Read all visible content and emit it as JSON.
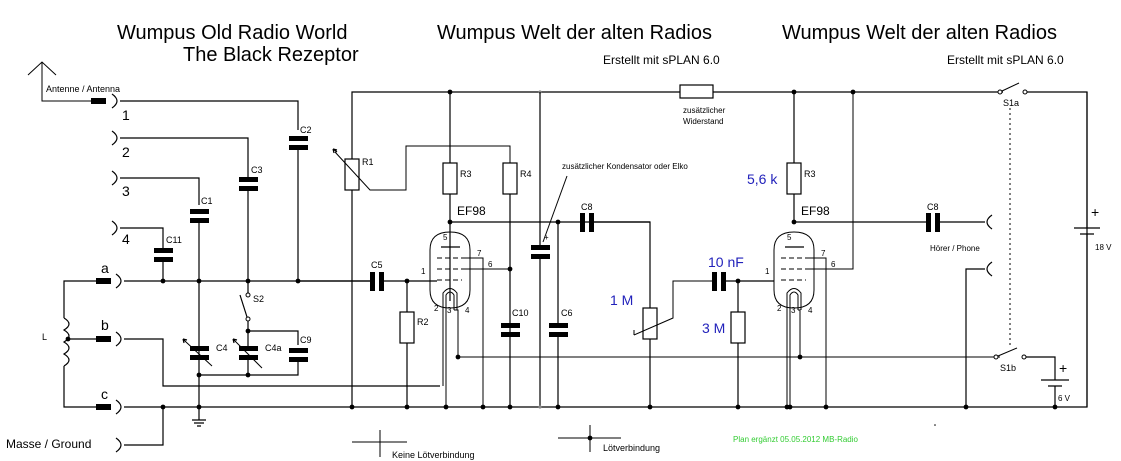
{
  "titles": {
    "left_line1": "Wumpus Old Radio World",
    "left_line2": "The Black Rezeptor",
    "center": "Wumpus Welt der alten Radios",
    "center_sub": "Erstellt mit sPLAN 6.0",
    "right": "Wumpus Welt der alten Radios",
    "right_sub": "Erstellt mit sPLAN 6.0"
  },
  "inputs": {
    "antenna": "Antenne / Antenna",
    "taps": [
      "1",
      "2",
      "3",
      "4"
    ],
    "coil_taps": [
      "a",
      "b",
      "c"
    ],
    "coil": "L",
    "ground": "Masse / Ground"
  },
  "components": {
    "c1": "C1",
    "c2": "C2",
    "c3": "C3",
    "c11": "C11",
    "c4": "C4",
    "c4a": "C4a",
    "c9": "C9",
    "s2": "S2",
    "c5": "C5",
    "r1": "R1",
    "r2": "R2",
    "r3_stage1": "R3",
    "r4": "R4",
    "c10": "C10",
    "c6": "C6",
    "c8_stage1": "C8",
    "tube1": "EF98",
    "tube2": "EF98",
    "r3_stage2": "R3",
    "c8_stage2": "C8",
    "s1a": "S1a",
    "s1b": "S1b"
  },
  "tube_pins": [
    "1",
    "2",
    "3",
    "4",
    "5",
    "6",
    "7"
  ],
  "added_values": {
    "r3_value": "5,6 k",
    "coupling_cap_value": "10 nF",
    "pot_value": "1 M",
    "grid_resistor_value": "3 M"
  },
  "notes": {
    "extra_resistor": [
      "zusätzlicher",
      "Widerstand"
    ],
    "extra_capacitor": "zusätzlicher Kondensator oder Elko",
    "phones": "Hörer / Phone",
    "battery_anode": "18 V",
    "battery_heater": "6 V",
    "plus": "+",
    "legend_no_joint": "Keine Lötverbindung",
    "legend_joint": "Lötverbindung",
    "revision": "Plan ergänzt 05.05.2012 MB-Radio"
  },
  "colors": {
    "wire": "#000000",
    "added_values": "#2222bb",
    "revision_note": "#33cc33"
  }
}
